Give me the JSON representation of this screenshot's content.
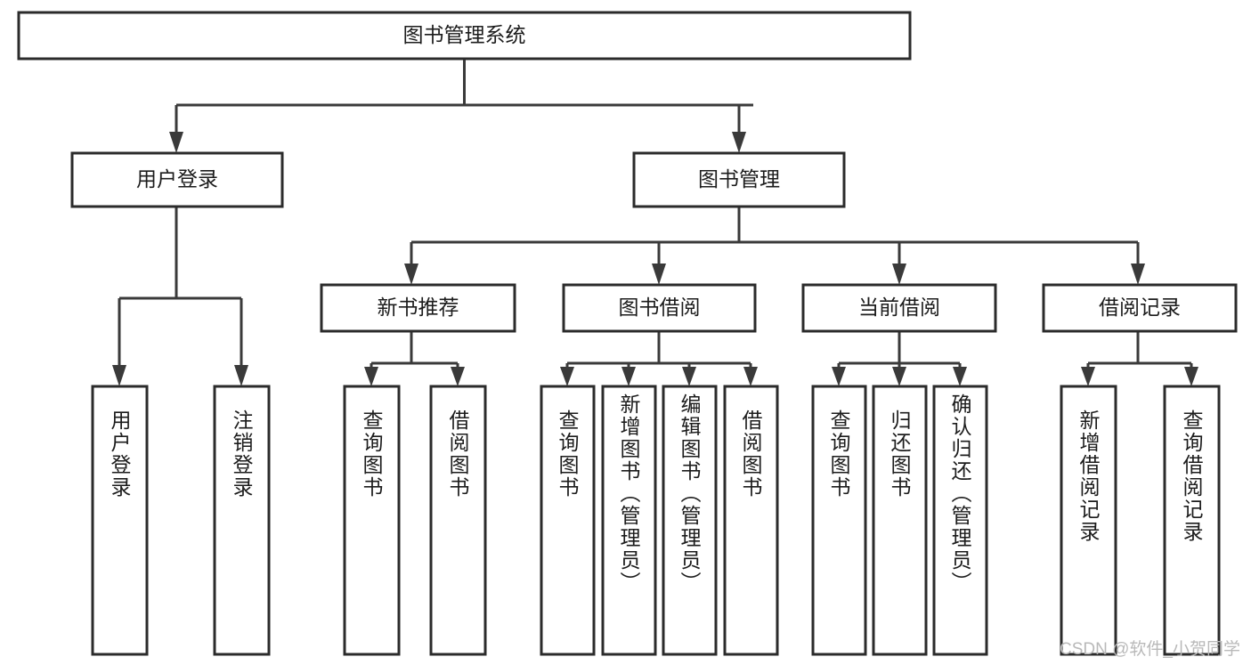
{
  "diagram": {
    "type": "tree",
    "title": "图书管理系统",
    "orientation": "top-down",
    "colors": {
      "box_stroke": "#2b2b2b",
      "box_fill": "#ffffff",
      "connector": "#3a3a3a",
      "text": "#1c1c1c",
      "watermark": "#b9b9b9",
      "background": "#ffffff"
    },
    "root": {
      "id": "root",
      "label": "图书管理系统"
    },
    "level2": [
      {
        "id": "user-login",
        "label": "用户登录"
      },
      {
        "id": "book-manage",
        "label": "图书管理"
      }
    ],
    "level3": [
      {
        "id": "new-book-recommend",
        "label": "新书推荐",
        "parent": "book-manage"
      },
      {
        "id": "book-borrow",
        "label": "图书借阅",
        "parent": "book-manage"
      },
      {
        "id": "current-borrow",
        "label": "当前借阅",
        "parent": "book-manage"
      },
      {
        "id": "borrow-record",
        "label": "借阅记录",
        "parent": "book-manage"
      }
    ],
    "leaves": [
      {
        "id": "leaf-user-login",
        "label": "用户登录",
        "parent": "user-login"
      },
      {
        "id": "leaf-logout-login",
        "label": "注销登录",
        "parent": "user-login"
      },
      {
        "id": "leaf-query-book-1",
        "label": "查询图书",
        "parent": "new-book-recommend"
      },
      {
        "id": "leaf-borrow-book-1",
        "label": "借阅图书",
        "parent": "new-book-recommend"
      },
      {
        "id": "leaf-query-book-2",
        "label": "查询图书",
        "parent": "book-borrow"
      },
      {
        "id": "leaf-add-book",
        "label": "新增图书（管理员）",
        "parent": "book-borrow"
      },
      {
        "id": "leaf-edit-book",
        "label": "编辑图书（管理员）",
        "parent": "book-borrow"
      },
      {
        "id": "leaf-borrow-book-2",
        "label": "借阅图书",
        "parent": "book-borrow"
      },
      {
        "id": "leaf-query-book-3",
        "label": "查询图书",
        "parent": "current-borrow"
      },
      {
        "id": "leaf-return-book",
        "label": "归还图书",
        "parent": "current-borrow"
      },
      {
        "id": "leaf-confirm-return",
        "label": "确认归还（管理员）",
        "parent": "current-borrow"
      },
      {
        "id": "leaf-add-record",
        "label": "新增借阅记录",
        "parent": "borrow-record"
      },
      {
        "id": "leaf-query-record",
        "label": "查询借阅记录",
        "parent": "borrow-record"
      }
    ]
  },
  "watermark": {
    "text": "CSDN @软件_小贺同学"
  }
}
